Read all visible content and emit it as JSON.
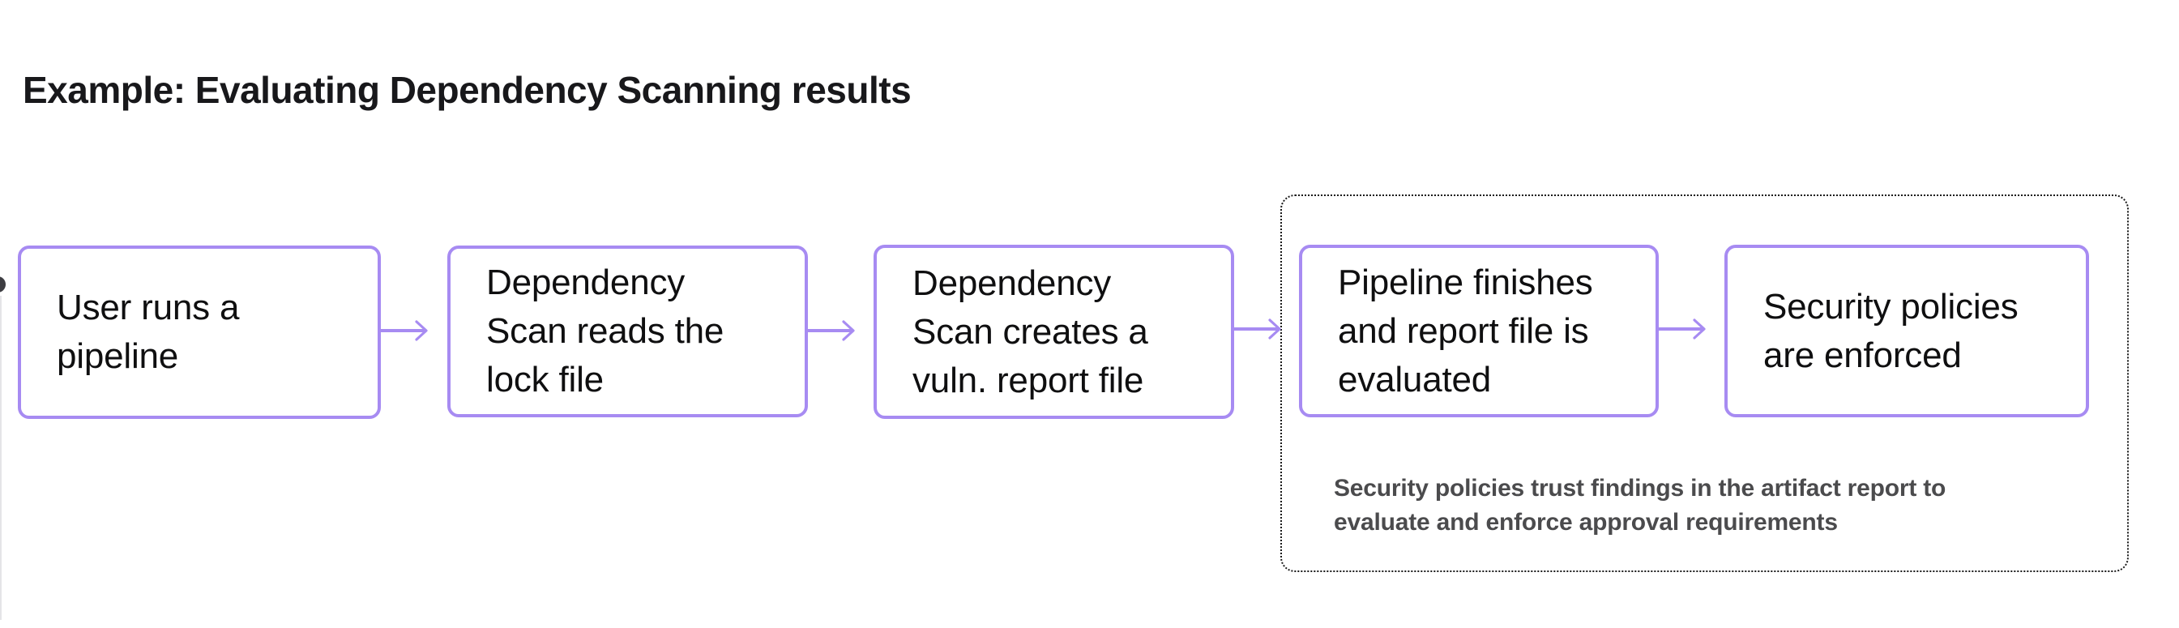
{
  "title": "Example: Evaluating Dependency Scanning results",
  "colors": {
    "node_border": "#a78bf2",
    "arrow": "#a78bf2",
    "group_dotted_border": "#1a1a1a",
    "title_text": "#18181b",
    "node_text": "#0f0f10",
    "caption_text": "#4b4b4d",
    "background": "#ffffff"
  },
  "flow": {
    "nodes": [
      {
        "id": "user-runs-pipeline",
        "label": "User runs a\npipeline"
      },
      {
        "id": "dependency-scan-reads-lock-file",
        "label": "Dependency\nScan reads the\nlock file"
      },
      {
        "id": "dependency-scan-creates-report",
        "label": "Dependency\nScan creates a\nvuln. report file"
      },
      {
        "id": "pipeline-finishes-report-evaluated",
        "label": "Pipeline finishes\nand report file is\nevaluated"
      },
      {
        "id": "security-policies-enforced",
        "label": "Security policies\nare enforced"
      }
    ],
    "annotation": {
      "caption": "Security policies trust findings in the artifact report to\nevaluate and enforce approval requirements"
    }
  }
}
